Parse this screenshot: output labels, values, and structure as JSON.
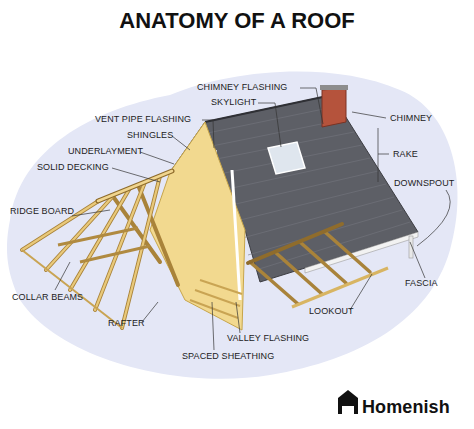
{
  "diagram": {
    "title": "ANATOMY OF A ROOF",
    "labels": [
      "CHIMNEY FLASHING",
      "SKYLIGHT",
      "VENT PIPE FLASHING",
      "SHINGLES",
      "UNDERLAYMENT",
      "SOLID DECKING",
      "CHIMNEY",
      "RAKE",
      "DOWNSPOUT",
      "RIDGE BOARD",
      "FASCIA",
      "LOOKOUT",
      "COLLAR BEAMS",
      "RAFTER",
      "VALLEY FLASHING",
      "SPACED SHEATHING",
      "Homenish"
    ]
  }
}
